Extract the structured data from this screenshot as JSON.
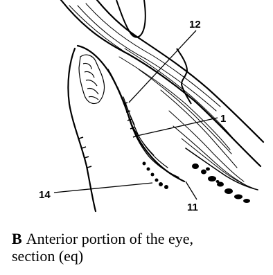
{
  "figure": {
    "callouts": [
      "12",
      "1",
      "14",
      "11"
    ],
    "caption": {
      "panel_letter": "B",
      "line1": "Anterior portion of the eye,",
      "line2": "section (eq)"
    },
    "colors": {
      "ink": "#000000",
      "paper": "#ffffff"
    }
  }
}
